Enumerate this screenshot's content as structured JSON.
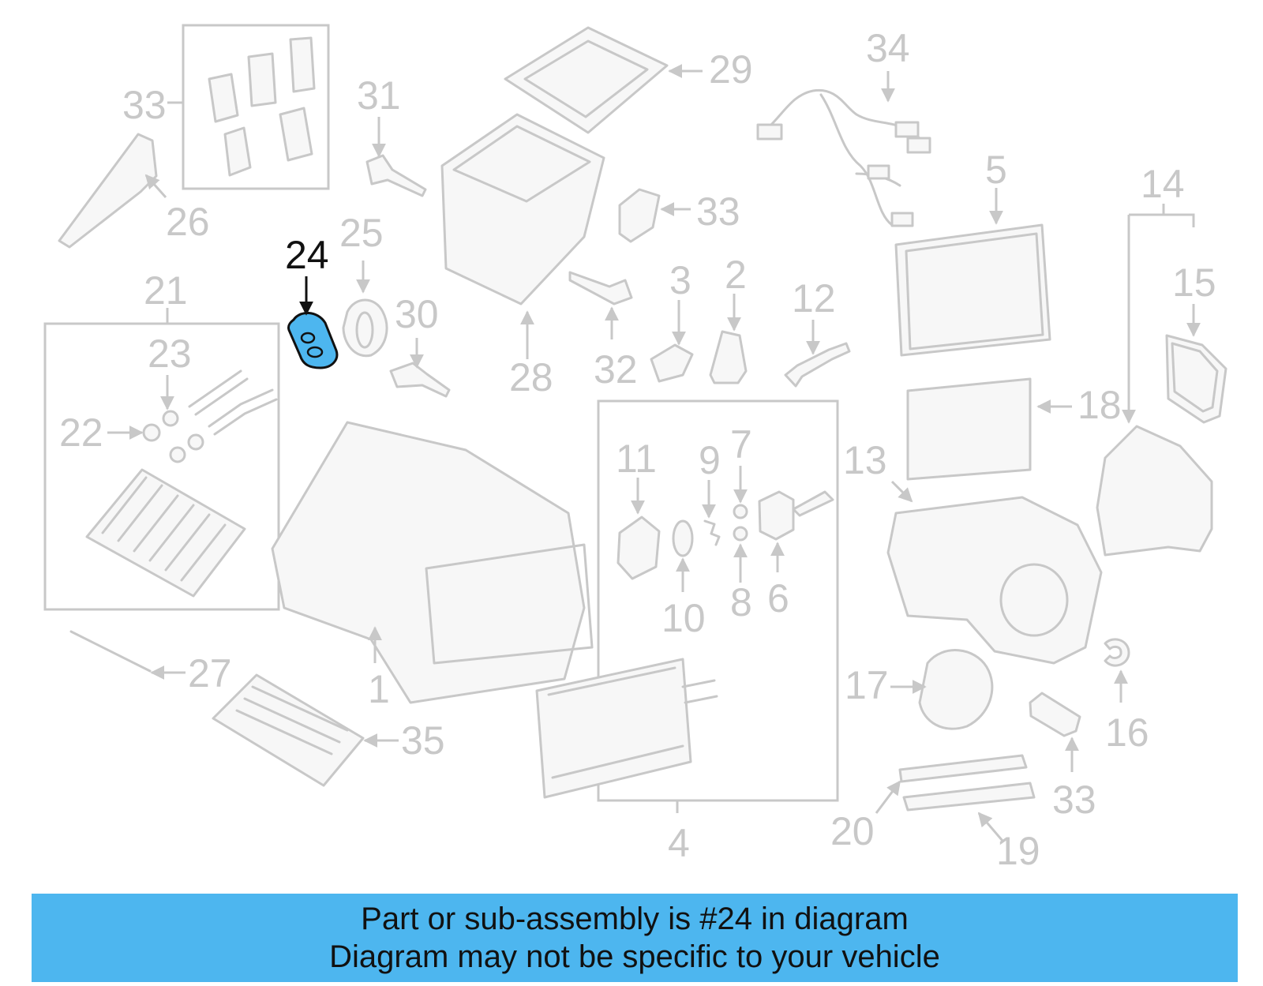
{
  "highlight_color": "#4db6ef",
  "labels": {
    "l1": "1",
    "l2": "2",
    "l3": "3",
    "l4": "4",
    "l5": "5",
    "l6": "6",
    "l7": "7",
    "l8": "8",
    "l9": "9",
    "l10": "10",
    "l11": "11",
    "l12": "12",
    "l13": "13",
    "l14": "14",
    "l15": "15",
    "l16": "16",
    "l17": "17",
    "l18": "18",
    "l19": "19",
    "l20": "20",
    "l21": "21",
    "l22": "22",
    "l23": "23",
    "l24": "24",
    "l25": "25",
    "l26": "26",
    "l27": "27",
    "l28": "28",
    "l29": "29",
    "l30": "30",
    "l31": "31",
    "l32": "32",
    "l33a": "33",
    "l33b": "33",
    "l33c": "33",
    "l34": "34",
    "l35": "35"
  },
  "banner": {
    "line1": "Part or sub-assembly is #24 in diagram",
    "line2": "Diagram may not be specific to your vehicle"
  }
}
